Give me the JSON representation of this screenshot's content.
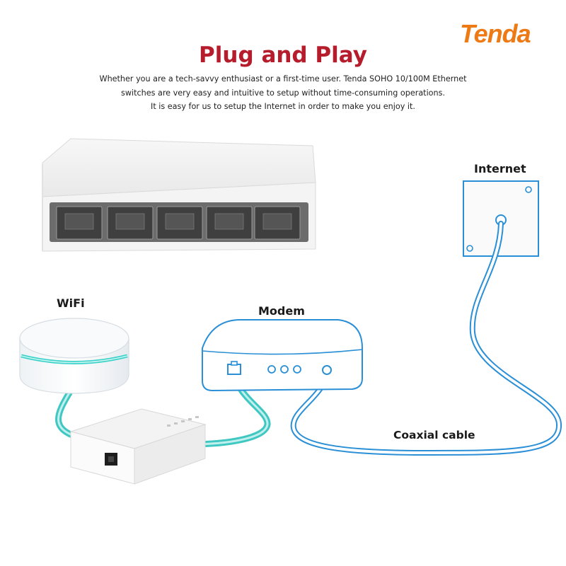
{
  "brand": {
    "logo_text": "Tenda",
    "color": "#ee7a16"
  },
  "title": "Plug and Play",
  "description": {
    "line1": "Whether you are a tech-savvy enthusiast or a first-time user. Tenda SOHO 10/100M Ethernet",
    "line2": "switches are very easy and intuitive to setup without time-consuming operations.",
    "line3": "It is easy for us to setup the Internet in order to make you enjoy it."
  },
  "labels": {
    "internet": "Internet",
    "wifi": "WiFi",
    "modem": "Modem",
    "coaxial_cable": "Coaxial cable"
  },
  "colors": {
    "title": "#b51d2d",
    "ethernet_cable": "#3fc7c2",
    "coaxial_cable": "#2a8fd6",
    "wifi_glow": "#3fd2c9"
  },
  "icons": {
    "switch": "ethernet-switch-5-port-icon",
    "wall_socket": "wall-socket-icon",
    "wifi_router": "mesh-wifi-router-icon",
    "modem": "modem-icon",
    "mini_switch": "mini-switch-icon"
  }
}
